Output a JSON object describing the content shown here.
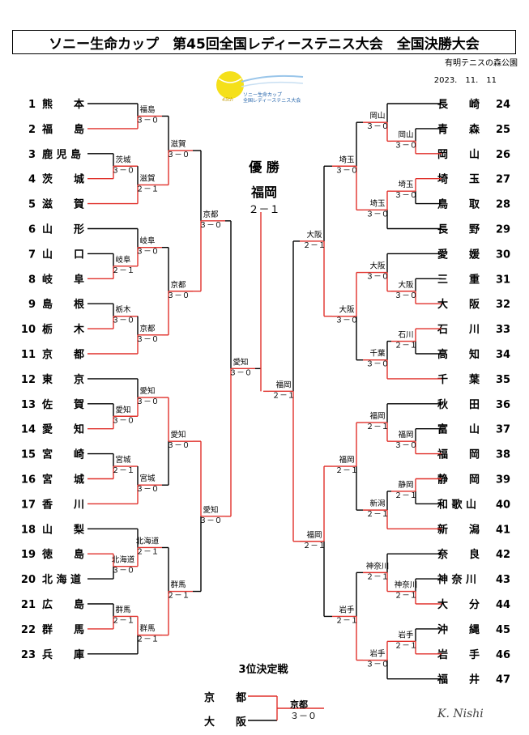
{
  "title": "ソニー生命カップ　第45回全国レディーステニス大会　全国決勝大会",
  "venue": "有明テニスの森公園",
  "date": "2023.　11.　11",
  "logo": {
    "year": "45th",
    "line1": "ソニー生命カップ",
    "line2": "全国レディーステニス大会"
  },
  "champion": {
    "heading": "優 勝",
    "team": "福岡",
    "score": "２－１"
  },
  "third_place": {
    "heading": "3位決定戦",
    "team_a": "京　　都",
    "team_b": "大　　阪",
    "winner": "京都",
    "score": "３－０"
  },
  "signature": "K. Nishi",
  "left_teams": [
    {
      "num": "1",
      "name": "熊　　本"
    },
    {
      "num": "2",
      "name": "福　　島"
    },
    {
      "num": "3",
      "name": "鹿 児 島"
    },
    {
      "num": "4",
      "name": "茨　　城"
    },
    {
      "num": "5",
      "name": "滋　　賀"
    },
    {
      "num": "6",
      "name": "山　　形"
    },
    {
      "num": "7",
      "name": "山　　口"
    },
    {
      "num": "8",
      "name": "岐　　阜"
    },
    {
      "num": "9",
      "name": "島　　根"
    },
    {
      "num": "10",
      "name": "栃　　木"
    },
    {
      "num": "11",
      "name": "京　　都"
    },
    {
      "num": "12",
      "name": "東　　京"
    },
    {
      "num": "13",
      "name": "佐　　賀"
    },
    {
      "num": "14",
      "name": "愛　　知"
    },
    {
      "num": "15",
      "name": "宮　　崎"
    },
    {
      "num": "16",
      "name": "宮　　城"
    },
    {
      "num": "17",
      "name": "香　　川"
    },
    {
      "num": "18",
      "name": "山　　梨"
    },
    {
      "num": "19",
      "name": "徳　　島"
    },
    {
      "num": "20",
      "name": "北 海 道"
    },
    {
      "num": "21",
      "name": "広　　島"
    },
    {
      "num": "22",
      "name": "群　　馬"
    },
    {
      "num": "23",
      "name": "兵　　庫"
    }
  ],
  "right_teams": [
    {
      "num": "24",
      "name": "長　　崎"
    },
    {
      "num": "25",
      "name": "青　　森"
    },
    {
      "num": "26",
      "name": "岡　　山"
    },
    {
      "num": "27",
      "name": "埼　　玉"
    },
    {
      "num": "28",
      "name": "鳥　　取"
    },
    {
      "num": "29",
      "name": "長　　野"
    },
    {
      "num": "30",
      "name": "愛　　媛"
    },
    {
      "num": "31",
      "name": "三　　重"
    },
    {
      "num": "32",
      "name": "大　　阪"
    },
    {
      "num": "33",
      "name": "石　　川"
    },
    {
      "num": "34",
      "name": "高　　知"
    },
    {
      "num": "35",
      "name": "千　　葉"
    },
    {
      "num": "36",
      "name": "秋　　田"
    },
    {
      "num": "37",
      "name": "富　　山"
    },
    {
      "num": "38",
      "name": "福　　岡"
    },
    {
      "num": "39",
      "name": "静　　岡"
    },
    {
      "num": "40",
      "name": "和 歌 山"
    },
    {
      "num": "41",
      "name": "新　　潟"
    },
    {
      "num": "42",
      "name": "奈　　良"
    },
    {
      "num": "43",
      "name": "神 奈 川"
    },
    {
      "num": "44",
      "name": "大　　分"
    },
    {
      "num": "45",
      "name": "沖　　縄"
    },
    {
      "num": "46",
      "name": "岩　　手"
    },
    {
      "num": "47",
      "name": "福　　井"
    }
  ],
  "left_matches": [
    {
      "w": "福島",
      "s": "３－０"
    },
    {
      "w": "茨城",
      "s": "３－０"
    },
    {
      "w": "滋賀",
      "s": "２－１"
    },
    {
      "w": "滋賀",
      "s": "３－０"
    },
    {
      "w": "岐阜",
      "s": "２－１"
    },
    {
      "w": "岐阜",
      "s": "３－０"
    },
    {
      "w": "栃木",
      "s": "３－０"
    },
    {
      "w": "京都",
      "s": "３－０"
    },
    {
      "w": "京都",
      "s": "３－０"
    },
    {
      "w": "京都",
      "s": "３－０"
    },
    {
      "w": "愛知",
      "s": "３－０"
    },
    {
      "w": "愛知",
      "s": "３－０"
    },
    {
      "w": "宮城",
      "s": "２－１"
    },
    {
      "w": "宮城",
      "s": "３－０"
    },
    {
      "w": "愛知",
      "s": "３－０"
    },
    {
      "w": "北海道",
      "s": "３－０"
    },
    {
      "w": "北海道",
      "s": "２－１"
    },
    {
      "w": "群馬",
      "s": "２－１"
    },
    {
      "w": "群馬",
      "s": "２－１"
    },
    {
      "w": "群馬",
      "s": "２－１"
    },
    {
      "w": "愛知",
      "s": "３－０"
    },
    {
      "w": "愛知",
      "s": "３－０"
    }
  ],
  "right_matches": [
    {
      "w": "岡山",
      "s": "３－０"
    },
    {
      "w": "岡山",
      "s": "３－０"
    },
    {
      "w": "埼玉",
      "s": "３－０"
    },
    {
      "w": "埼玉",
      "s": "３－０"
    },
    {
      "w": "埼玉",
      "s": "３－０"
    },
    {
      "w": "大阪",
      "s": "３－０"
    },
    {
      "w": "大阪",
      "s": "３－０"
    },
    {
      "w": "石川",
      "s": "２－１"
    },
    {
      "w": "千葉",
      "s": "３－０"
    },
    {
      "w": "大阪",
      "s": "３－０"
    },
    {
      "w": "大阪",
      "s": "２－１"
    },
    {
      "w": "福岡",
      "s": "３－０"
    },
    {
      "w": "福岡",
      "s": "２－１"
    },
    {
      "w": "静岡",
      "s": "２－１"
    },
    {
      "w": "新潟",
      "s": "２－１"
    },
    {
      "w": "福岡",
      "s": "２－１"
    },
    {
      "w": "神奈川",
      "s": "２－１"
    },
    {
      "w": "神奈川",
      "s": "２－１"
    },
    {
      "w": "岩手",
      "s": "２－１"
    },
    {
      "w": "岩手",
      "s": "３－０"
    },
    {
      "w": "岩手",
      "s": "２－１"
    },
    {
      "w": "福岡",
      "s": "２－１"
    },
    {
      "w": "福岡",
      "s": "２－１"
    }
  ]
}
